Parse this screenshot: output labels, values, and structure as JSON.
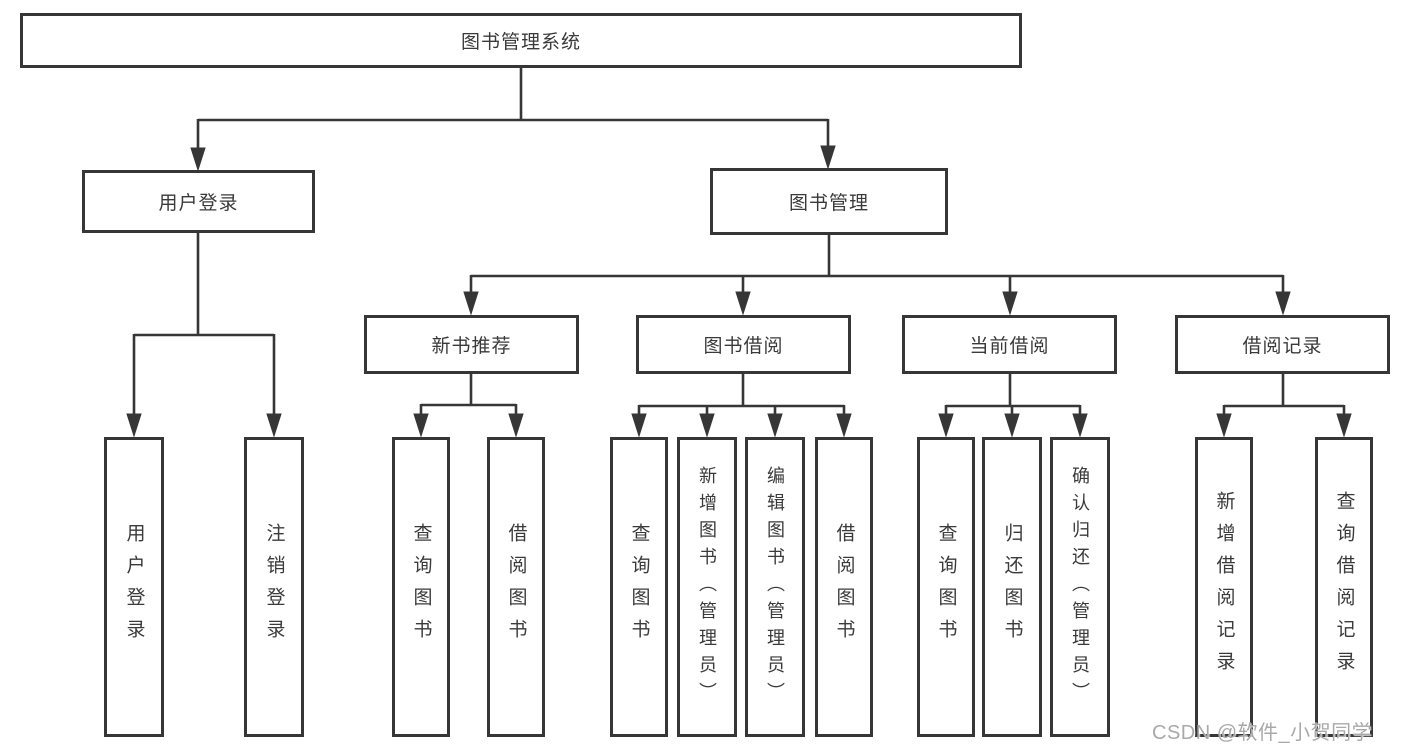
{
  "root": {
    "label": "图书管理系统"
  },
  "level2": {
    "user_login": {
      "label": "用户登录"
    },
    "book_mgmt": {
      "label": "图书管理"
    }
  },
  "level3": {
    "new_book_rec": {
      "label": "新书推荐"
    },
    "book_borrow": {
      "label": "图书借阅"
    },
    "current_borrow": {
      "label": "当前借阅"
    },
    "borrow_records": {
      "label": "借阅记录"
    }
  },
  "leaves": {
    "user_login": {
      "label": "用户登录"
    },
    "logout": {
      "label": "注销登录"
    },
    "rec_query_book": {
      "label": "查询图书"
    },
    "rec_borrow_book": {
      "label": "借阅图书"
    },
    "bor_query_book": {
      "label": "查询图书"
    },
    "bor_add_book": {
      "label": "新增图书（管理员）"
    },
    "bor_edit_book": {
      "label": "编辑图书（管理员）"
    },
    "bor_borrow_book": {
      "label": "借阅图书"
    },
    "cur_query_book": {
      "label": "查询图书"
    },
    "cur_return_book": {
      "label": "归还图书"
    },
    "cur_confirm_return": {
      "label": "确认归还（管理员）"
    },
    "log_add_record": {
      "label": "新增借阅记录"
    },
    "log_query_record": {
      "label": "查询借阅记录"
    }
  },
  "watermark": {
    "text": "CSDN @软件_小贺同学"
  },
  "colors": {
    "line": "#363636",
    "text": "#3a3a3a",
    "background": "#ffffff",
    "watermark": "#a9a9a9"
  }
}
